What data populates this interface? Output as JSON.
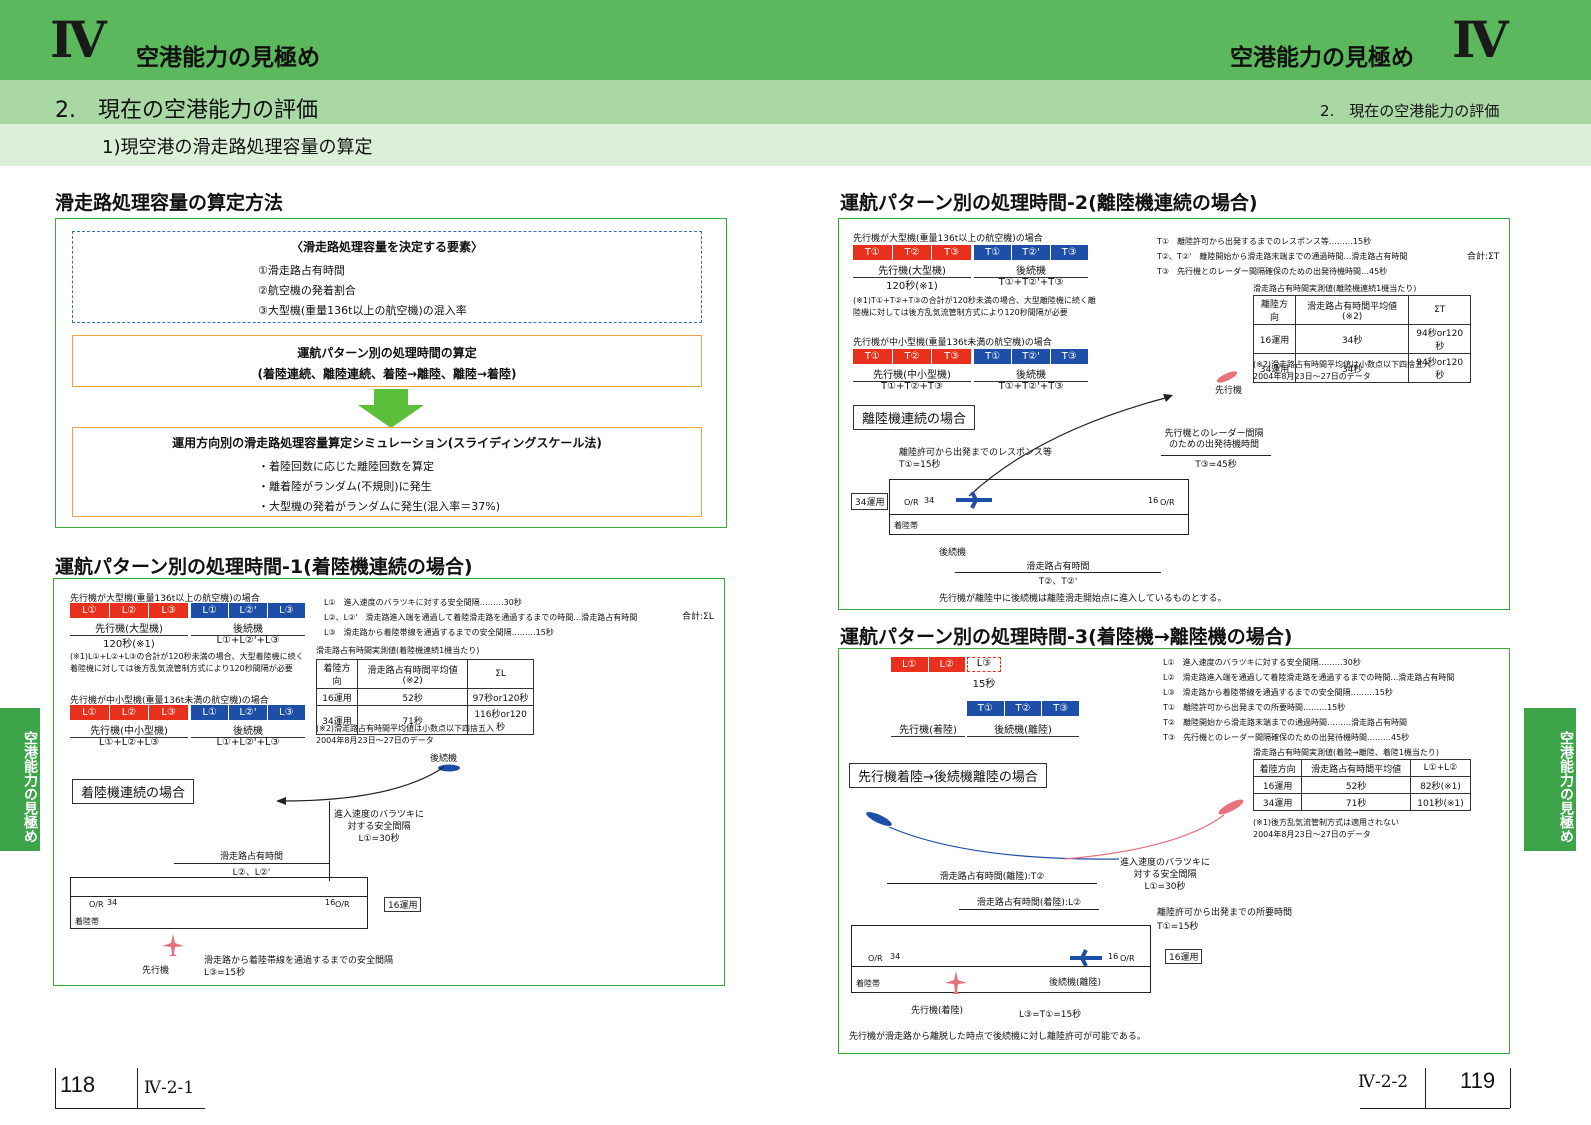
{
  "header": {
    "chapter_roman": "Ⅳ",
    "chapter_title": "空港能力の見極め",
    "section": "2.　現在の空港能力の評価",
    "section_right": "2.　現在の空港能力の評価",
    "subsection": "1)現空港の滑走路処理容量の算定"
  },
  "side_tab": "空港能力の見極め",
  "left": {
    "method": {
      "title": "滑走路処理容量の算定方法",
      "factors_title": "〈滑走路処理容量を決定する要素〉",
      "factors": [
        "①滑走路占有時間",
        "②航空機の発着割合",
        "③大型機(重量136t以上の航空機)の混入率"
      ],
      "calc_line1": "運航パターン別の処理時間の算定",
      "calc_line2": "(着陸連続、離陸連続、着陸→離陸、離陸→着陸)",
      "sim_title": "運用方向別の滑走路処理容量算定シミュレーション(スライディングスケール法)",
      "sim_items": [
        "・着陸回数に応じた離陸回数を算定",
        "・離着陸がランダム(不規則)に発生",
        "・大型機の発着がランダムに発生(混入率＝37%)"
      ]
    },
    "p1": {
      "title": "運航パターン別の処理時間-1(着陸機連続の場合)",
      "large_cap": "先行機が大型機(重量136t以上の航空機)の場合",
      "lead_segs": [
        "L①",
        "L②",
        "L③"
      ],
      "follow_segs": [
        "L①",
        "L②'",
        "L③"
      ],
      "lead_large": "先行機(大型機)",
      "follow": "後続機",
      "lead_large_val": "120秒(※1)",
      "follow_val": "L①+L②'+L③",
      "note1": "(※1)L①+L②+L③の合計が120秒未満の場合、大型着陸機に続く着陸機に対しては後方乱気流管制方式により120秒間隔が必要",
      "small_cap": "先行機が中小型機(重量136t未満の航空機)の場合",
      "lead_small": "先行機(中小型機)",
      "lead_small_val": "L①+L②+L③",
      "follow_small_val": "L①+L②'+L③",
      "legend": [
        {
          "k": "L①",
          "t": "進入速度のバラツキに対する安全間隔",
          "v": "30秒"
        },
        {
          "k": "L②、L②'",
          "t": "滑走路進入端を通過して着陸滑走路を通過するまでの時間",
          "v": "滑走路占有時間"
        },
        {
          "k": "L③",
          "t": "滑走路から着陸帯線を通過するまでの安全間隔",
          "v": "15秒"
        }
      ],
      "sum": "合計:ΣL",
      "tbl_cap": "滑走路占有時間実測値(着陸機連続1機当たり)",
      "tbl_head": [
        "着陸方向",
        "滑走路占有時間平均値(※2)",
        "ΣL"
      ],
      "tbl_rows": [
        [
          "16運用",
          "52秒",
          "97秒or120秒"
        ],
        [
          "34運用",
          "71秒",
          "116秒or120秒"
        ]
      ],
      "tbl_note1": "(※2)滑走路占有時間平均値は小数点以下四捨五入",
      "tbl_note2": "2004年8月23日〜27日のデータ",
      "diagram_label": "着陸機連続の場合",
      "follow_plane": "後続機",
      "ann_spacing": "進入速度のバラツキに",
      "ann_spacing2": "対する安全間隔",
      "ann_spacing3": "L①=30秒",
      "ann_occ": "滑走路占有時間",
      "ann_occ2": "L②、L②'",
      "or_left": "O/R",
      "num34": "34",
      "num16": "16",
      "or_right": "O/R",
      "op16": "16運用",
      "zone": "着陸帯",
      "lead_plane": "先行機",
      "ann_l3": "滑走路から着陸帯線を通過するまでの安全間隔",
      "ann_l3b": "L③=15秒"
    }
  },
  "right": {
    "p2": {
      "title": "運航パターン別の処理時間-2(離陸機連続の場合)",
      "large_cap": "先行機が大型機(重量136t以上の航空機)の場合",
      "lead_segs": [
        "T①",
        "T②",
        "T③"
      ],
      "follow_segs": [
        "T①",
        "T②'",
        "T③"
      ],
      "lead_large": "先行機(大型機)",
      "follow": "後続機",
      "lead_large_val": "120秒(※1)",
      "follow_val": "T①+T②'+T③",
      "note1": "(※1)T①+T②+T③の合計が120秒未満の場合、大型離陸機に続く離陸機に対しては後方乱気流管制方式により120秒間隔が必要",
      "small_cap": "先行機が中小型機(重量136t未満の航空機)の場合",
      "lead_small": "先行機(中小型機)",
      "lead_small_val": "T①+T②+T③",
      "follow_small_val": "T①+T②'+T③",
      "legend": [
        {
          "k": "T①",
          "t": "離陸許可から出発するまでのレスポンス等",
          "v": "15秒"
        },
        {
          "k": "T②、T②'",
          "t": "離陸開始から滑走路末端までの通過時間",
          "v": "滑走路占有時間"
        },
        {
          "k": "T③",
          "t": "先行機とのレーダー間隔確保のための出発待機時間",
          "v": "45秒"
        }
      ],
      "sum": "合計:ΣT",
      "tbl_cap": "滑走路占有時間実測値(離陸機連続1機当たり)",
      "tbl_head": [
        "離陸方向",
        "滑走路占有時間平均値(※2)",
        "ΣT"
      ],
      "tbl_rows": [
        [
          "16運用",
          "34秒",
          "94秒or120秒"
        ],
        [
          "34運用",
          "34秒",
          "94秒or120秒"
        ]
      ],
      "tbl_note1": "(※2)滑走路占有時間平均値は小数点以下四捨五入",
      "tbl_note2": "2004年8月23日〜27日のデータ",
      "lead_plane": "先行機",
      "diagram_label": "離陸機連続の場合",
      "radar": "先行機とのレーダー間隔",
      "radar2": "のための出発待機時間",
      "t3": "T③=45秒",
      "resp": "離陸許可から出発までのレスポンス等",
      "t1": "T①=15秒",
      "op34": "34運用",
      "or_left": "O/R",
      "num34": "34",
      "num16": "16",
      "or_right": "O/R",
      "zone": "着陸帯",
      "follow_plane": "後続機",
      "occ": "滑走路占有時間",
      "occ2": "T②、T②'",
      "footer": "先行機が離陸中に後続機は離陸滑走開始点に進入しているものとする。"
    },
    "p3": {
      "title": "運航パターン別の処理時間-3(着陸機→離陸機の場合)",
      "segs_top": [
        "L①",
        "L②",
        "L③"
      ],
      "gap": "15秒",
      "segs_bottom": [
        "T①",
        "T②",
        "T③"
      ],
      "lead": "先行機(着陸)",
      "follow": "後続機(離陸)",
      "legend": [
        {
          "k": "L①",
          "t": "進入速度のバラツキに対する安全間隔",
          "v": "30秒"
        },
        {
          "k": "L②",
          "t": "滑走路進入端を通過して着陸滑走路を通過するまでの時間",
          "v": "滑走路占有時間"
        },
        {
          "k": "L③",
          "t": "滑走路から着陸帯線を通過するまでの安全間隔",
          "v": "15秒"
        },
        {
          "k": "T①",
          "t": "離陸許可から出発までの所要時間",
          "v": "15秒"
        },
        {
          "k": "T②",
          "t": "離陸開始から滑走路末端までの通過時間",
          "v": "滑走路占有時間"
        },
        {
          "k": "T③",
          "t": "先行機とのレーダー間隔確保のための出発待機時間",
          "v": "45秒"
        }
      ],
      "tbl_cap": "滑走路占有時間実測値(着陸→離陸、着陸1機当たり)",
      "tbl_head": [
        "着陸方向",
        "滑走路占有時間平均値",
        "L①+L②"
      ],
      "tbl_rows": [
        [
          "16運用",
          "52秒",
          "82秒(※1)"
        ],
        [
          "34運用",
          "71秒",
          "101秒(※1)"
        ]
      ],
      "tbl_note1": "(※1)後方乱気流管制方式は適用されない",
      "tbl_note2": "2004年8月23日〜27日のデータ",
      "diagram_label": "先行機着陸→後続機離陸の場合",
      "spacing": "進入速度のバラツキに",
      "spacing2": "対する安全間隔",
      "spacing3": "L①=30秒",
      "occ_dep": "滑走路占有時間(離陸):T②",
      "occ_arr": "滑走路占有時間(着陸):L②",
      "clear": "離陸許可から出発までの所要時間",
      "clear2": "T①=15秒",
      "or_left": "O/R",
      "num34": "34",
      "num16": "16",
      "or_right": "O/R",
      "op16": "16運用",
      "zone": "着陸帯",
      "follow_dep": "後続機(離陸)",
      "lead_arr": "先行機(着陸)",
      "l3": "L③=T①=15秒",
      "footer": "先行機が滑走路から離脱した時点で後続機に対し離陸許可が可能である。"
    }
  },
  "footer": {
    "page_left": "118",
    "code_left": "Ⅳ-2-1",
    "code_right": "Ⅳ-2-2",
    "page_right": "119"
  },
  "colors": {
    "header_green": "#5cb85c",
    "band_green": "#a9d8a4",
    "red": "#e8301c",
    "blue": "#1d4fa8"
  }
}
